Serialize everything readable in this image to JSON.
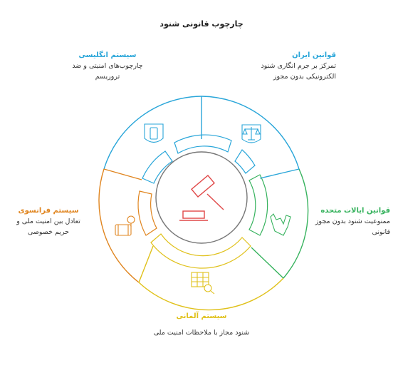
{
  "title": "چارچوب قانونی شنود",
  "colors": {
    "blue": "#2aa6d9",
    "green": "#36b25d",
    "yellow": "#e0c11b",
    "orange": "#e0851f",
    "red": "#e04848",
    "gray": "#777777"
  },
  "center_icon": "gavel-icon",
  "sections": [
    {
      "heading": "قوانین ایران",
      "body": "تمرکز بر جرم انگاری شنود الکترونیکی بدون مجوز",
      "icon": "scales-icon",
      "color": "blue"
    },
    {
      "heading": "قوانین ایالات متحده",
      "body": "ممنوعیت شنود بدون مجوز قانونی",
      "icon": "fist-icon",
      "color": "green"
    },
    {
      "heading": "سیستم آلمانی",
      "body": "شنود مجاز با ملاحظات امنیت ملی",
      "icon": "table-search-icon",
      "color": "yellow"
    },
    {
      "heading": "سیستم فرانسوی",
      "body": "تعادل بین امنیت ملی و حریم خصوصی",
      "icon": "luggage-icon",
      "color": "orange"
    },
    {
      "heading": "سیستم انگلیسی",
      "body": "چارچوب‌های امنیتی و ضد تروریسم",
      "icon": "shield-phone-icon",
      "color": "blue"
    }
  ]
}
